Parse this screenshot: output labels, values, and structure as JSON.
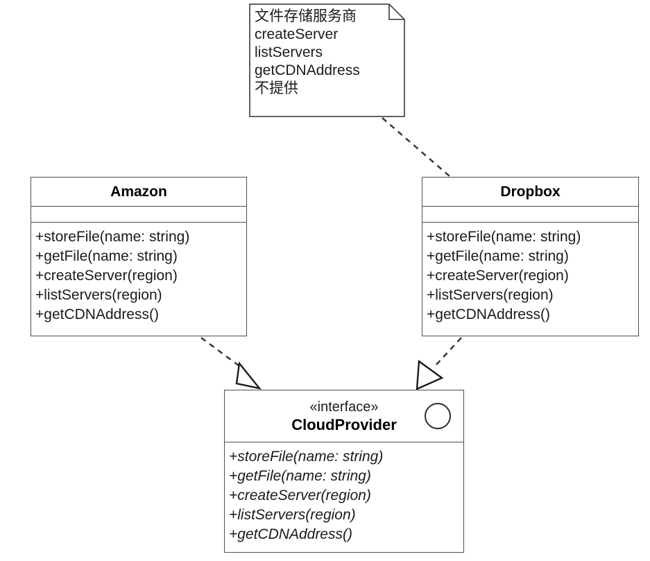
{
  "diagram": {
    "type": "uml-class-diagram",
    "background": "#ffffff",
    "stroke_color": "#4d4d4d",
    "text_color": "#1a1a1a"
  },
  "note": {
    "name": "file-storage-provider-note",
    "lines": [
      "文件存储服务商",
      "createServer",
      "listServers",
      "getCDNAddress",
      "不提供"
    ]
  },
  "classes": [
    {
      "id": "amazon",
      "title": "Amazon",
      "attributes": [],
      "operations": [
        "+storeFile(name: string)",
        "+getFile(name: string)",
        "+createServer(region)",
        "+listServers(region)",
        "+getCDNAddress()"
      ]
    },
    {
      "id": "dropbox",
      "title": "Dropbox",
      "attributes": [],
      "operations": [
        "+storeFile(name: string)",
        "+getFile(name: string)",
        "+createServer(region)",
        "+listServers(region)",
        "+getCDNAddress()"
      ]
    }
  ],
  "interface": {
    "id": "cloudprovider",
    "stereotype": "«interface»",
    "title": "CloudProvider",
    "operations": [
      "+storeFile(name: string)",
      "+getFile(name: string)",
      "+createServer(region)",
      "+listServers(region)",
      "+getCDNAddress()"
    ]
  },
  "connectors": [
    {
      "id": "amazon-realizes-cloudprovider",
      "from": "amazon",
      "to": "cloudprovider",
      "style": "dashed",
      "arrowhead": "hollow-triangle",
      "relationship": "realization"
    },
    {
      "id": "dropbox-realizes-cloudprovider",
      "from": "dropbox",
      "to": "cloudprovider",
      "style": "dashed",
      "arrowhead": "hollow-triangle",
      "relationship": "realization"
    },
    {
      "id": "note-anchor-dropbox",
      "from": "note",
      "to": "dropbox",
      "style": "dashed",
      "arrowhead": "none",
      "relationship": "note-anchor"
    }
  ]
}
